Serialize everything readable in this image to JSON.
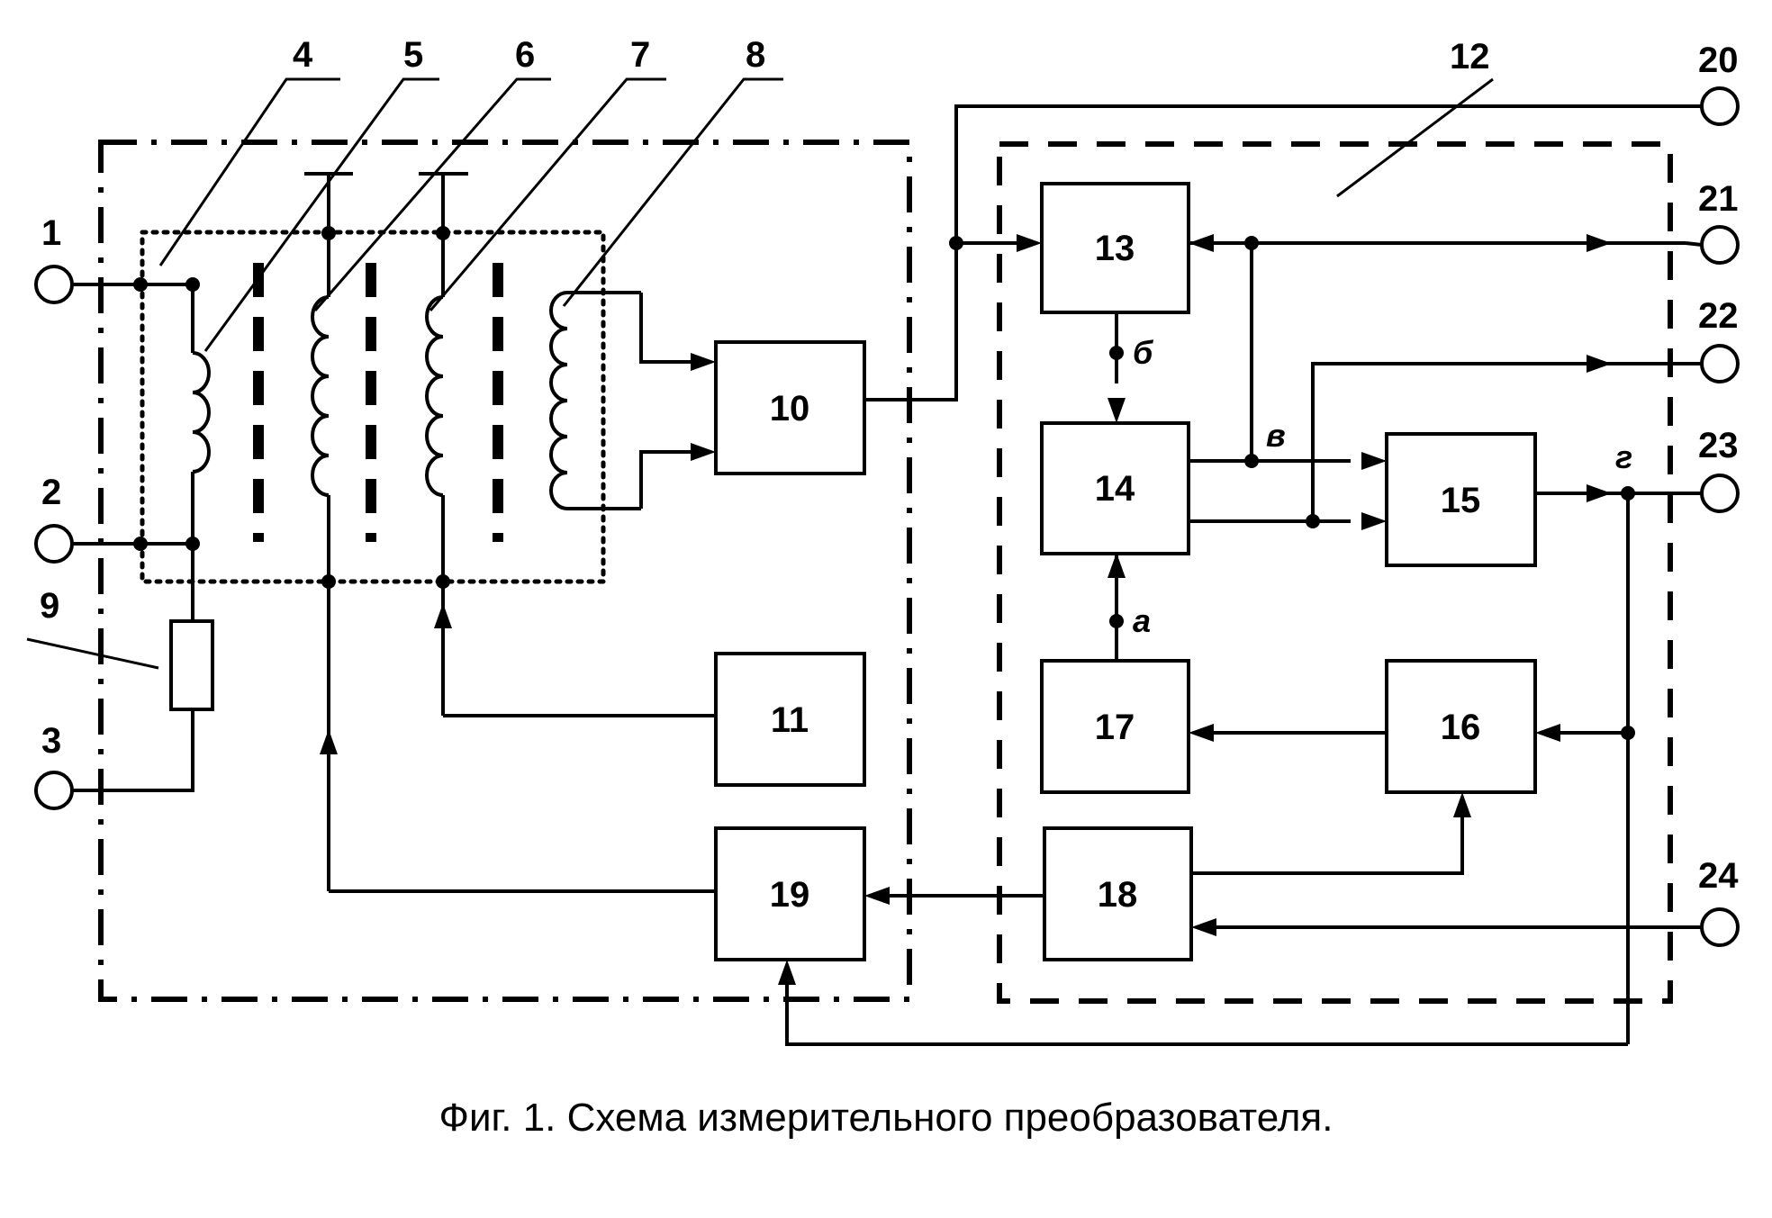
{
  "terminals": {
    "t1": "1",
    "t2": "2",
    "t3": "3",
    "t20": "20",
    "t21": "21",
    "t22": "22",
    "t23": "23",
    "t24": "24"
  },
  "callouts": {
    "c4": "4",
    "c5": "5",
    "c6": "6",
    "c7": "7",
    "c8": "8",
    "c9": "9",
    "c12": "12"
  },
  "blocks": {
    "b10": "10",
    "b11": "11",
    "b13": "13",
    "b14": "14",
    "b15": "15",
    "b16": "16",
    "b17": "17",
    "b18": "18",
    "b19": "19"
  },
  "node_letters": {
    "a": "а",
    "b": "б",
    "v": "в",
    "g": "г"
  },
  "caption": "Фиг. 1. Схема измерительного преобразователя."
}
